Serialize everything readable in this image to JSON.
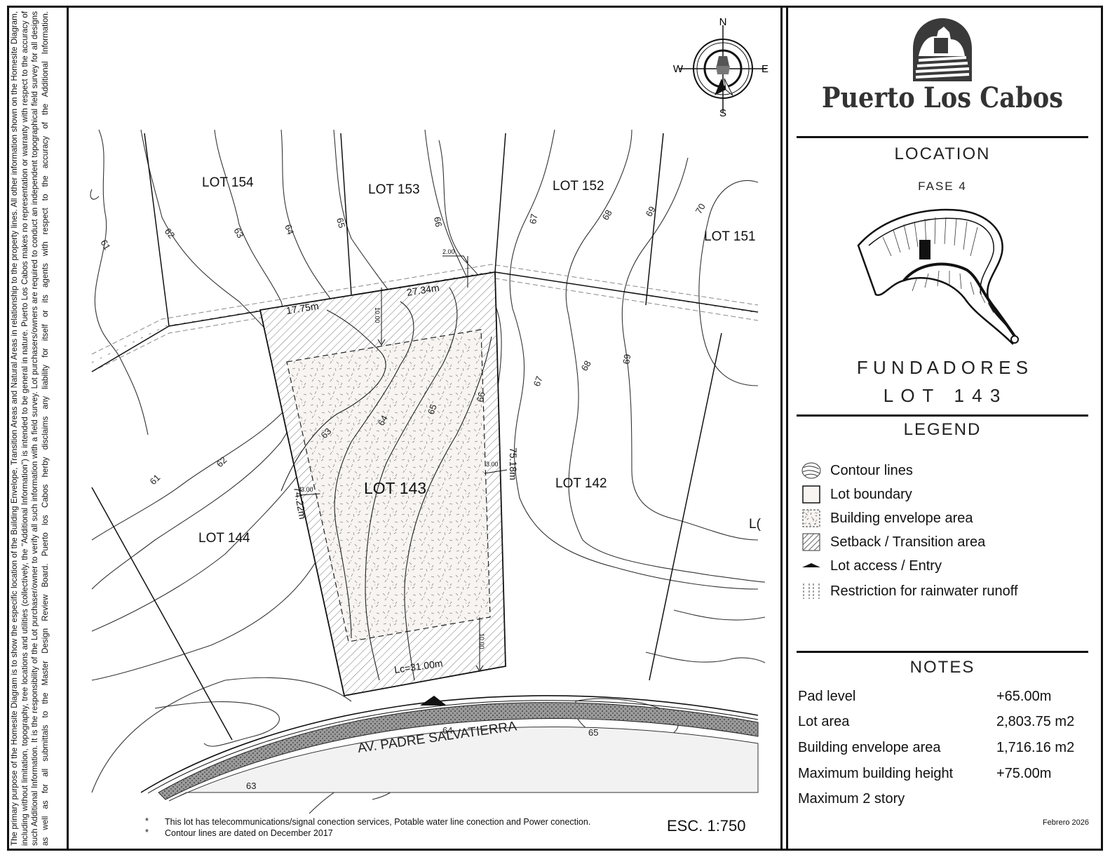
{
  "disclaimer": "The primary purpose of the Homesite Diagram is to show the especific location of the Building Envelope, Transition Areas and Natural Areas in relationship to the property lines. All other information shown on the Homesite Diagram, including without limitation, topography, tree locations and utilities (collectively, the \"Additional Information\") is intended to be general in nature. Puerto Los Cabos makes no representation or warranty with respect to the accuracy of such Additional Information. It is the responsibility of the Lot purchaser/owner to verify all such information with a field survey. Lot purchasers/owners are required to conduct an independent topographical field survey for all designs as well as for all submittals to the Master Design Review Board. Puerto los Cabos herby disclaims any liability for itself or its agents with respect to the accuracy of the Additional Information.",
  "compass": {
    "n": "N",
    "s": "S",
    "e": "E",
    "w": "W"
  },
  "map": {
    "lots": {
      "lot154": "LOT 154",
      "lot153": "LOT 153",
      "lot152": "LOT 152",
      "lot151": "LOT 151",
      "lot143": "LOT 143",
      "lot142": "LOT 142",
      "lot144": "LOT 144",
      "lot_cut": "L("
    },
    "dimensions": {
      "d1775": "17.75m",
      "d2734": "27.34m",
      "d7518": "75.18m",
      "d7422": "74.22m",
      "lc": "Lc=31.00m",
      "s200": "2.00",
      "s1000a": "10.00",
      "s1000b": "10.00",
      "s300a": "3.00",
      "s300b": "3.00"
    },
    "contours": {
      "c61a": "61",
      "c62a": "62",
      "c63a": "63",
      "c64a": "64",
      "c65a": "65",
      "c66a": "66",
      "c67a": "67",
      "c68a": "68",
      "c69a": "69",
      "c70a": "70",
      "c61b": "61",
      "c62b": "62",
      "c63b": "63",
      "c64b": "64",
      "c65b": "65",
      "c66b": "66",
      "c67b": "67",
      "c68b": "68",
      "c69b": "69",
      "c64c": "64",
      "c65c": "65",
      "c63c": "63"
    },
    "street": "AV. PADRE SALVATIERRA",
    "scale": "ESC. 1:750",
    "footnotes": [
      "This lot has telecommunications/signal conection services, Potable water line conection and Power conection.",
      "Contour lines are dated on December 2017"
    ],
    "bullet": "*"
  },
  "brand": {
    "name": "Puerto Los Cabos"
  },
  "location": {
    "title": "LOCATION",
    "phase": "FASE 4",
    "development": "F U N D A D O R E S",
    "lot": "L O T   1 4 3"
  },
  "legend": {
    "title": "LEGEND",
    "items": [
      "Contour lines",
      "Lot boundary",
      "Building envelope area",
      "Setback / Transition area",
      "Lot access / Entry",
      "Restriction for rainwater runoff"
    ]
  },
  "notes": {
    "title": "NOTES",
    "rows": [
      {
        "label": "Pad level",
        "value": "+65.00m"
      },
      {
        "label": "Lot area",
        "value": "2,803.75 m2"
      },
      {
        "label": "Building envelope area",
        "value": "1,716.16 m2"
      },
      {
        "label": "Maximum building height",
        "value": "+75.00m"
      },
      {
        "label": "Maximum 2 story",
        "value": ""
      }
    ],
    "date": "Febrero 2026"
  }
}
